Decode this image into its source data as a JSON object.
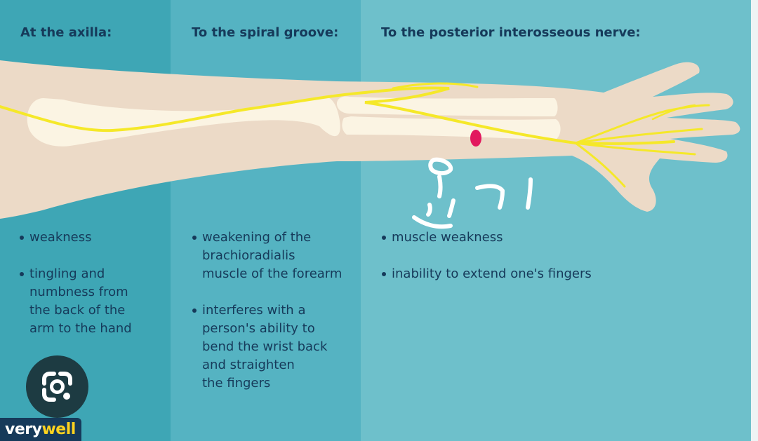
{
  "columns": [
    {
      "heading": "At the axilla:",
      "bullets": [
        "weakness",
        "tingling and\nnumbness from\nthe back of the\narm to the hand"
      ]
    },
    {
      "heading": "To the spiral groove:",
      "bullets": [
        "weakening of the\nbrachioradialis\nmuscle of the forearm",
        "interferes with a\nperson's ability to\nbend the wrist back\nand straighten\nthe fingers"
      ]
    },
    {
      "heading": "To the posterior interosseous nerve:",
      "bullets": [
        "muscle weakness",
        "inability to extend one's fingers"
      ]
    }
  ],
  "handwriting": "운기",
  "brand": {
    "part1": "very",
    "part2": "well"
  },
  "colors": {
    "panel_left": "#3ea6b5",
    "panel_middle": "#55b3c2",
    "panel_right": "#6ec0cb",
    "text": "#163a5a",
    "skin": "#ecdac7",
    "bone": "#fbf4e3",
    "nerve": "#f5e829",
    "injury_mark": "#e2185e",
    "brand_accent": "#ffd21f"
  },
  "icons": {
    "lens_button": "camera-lens-icon"
  }
}
